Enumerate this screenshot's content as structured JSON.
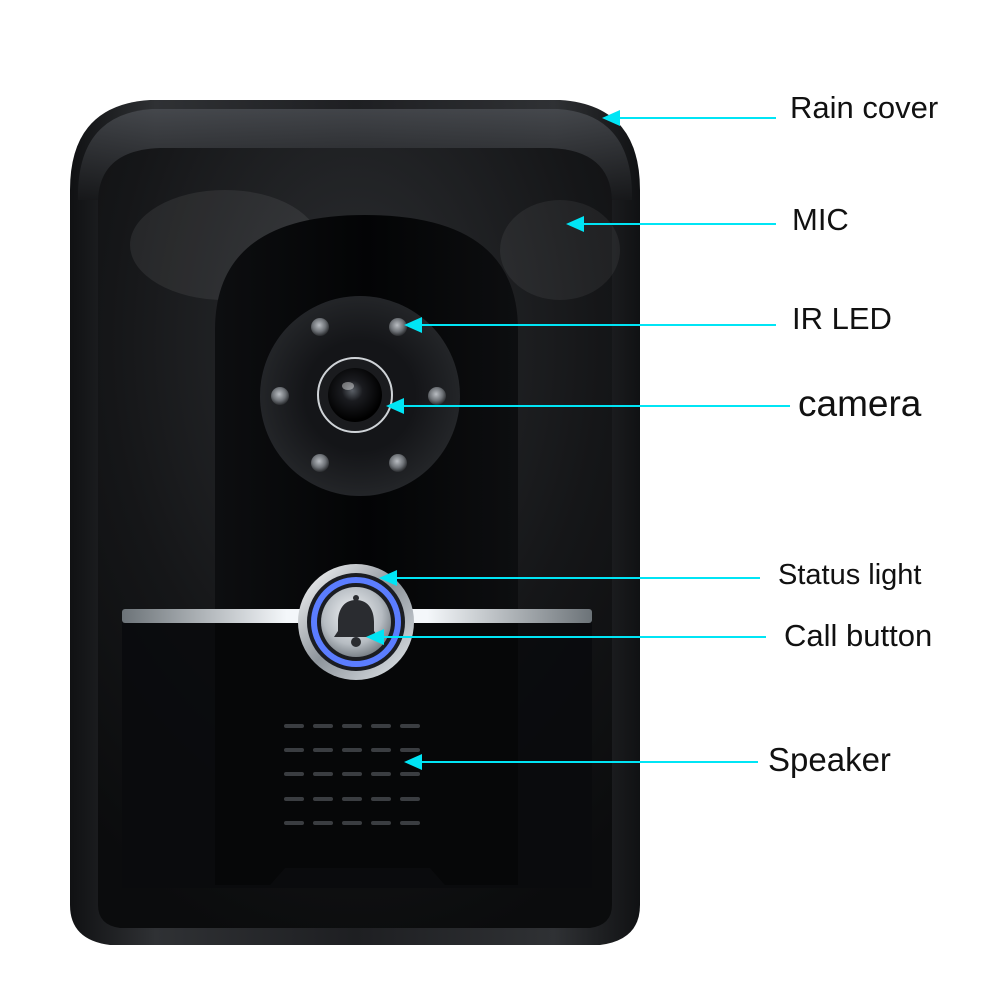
{
  "labels": {
    "rain_cover": "Rain cover",
    "mic": "MIC",
    "ir_led": "IR LED",
    "camera": "camera",
    "status_light": "Status light",
    "call_button": "Call button",
    "speaker": "Speaker"
  },
  "colors": {
    "arrow": "#00e5f5",
    "housing": "#1c1d1f",
    "face": "#050608",
    "status_ring": "#5b7dff",
    "chrome": "#dde3e8"
  },
  "ir_led_count": 6,
  "icons": {
    "call_button": "bell-icon"
  }
}
